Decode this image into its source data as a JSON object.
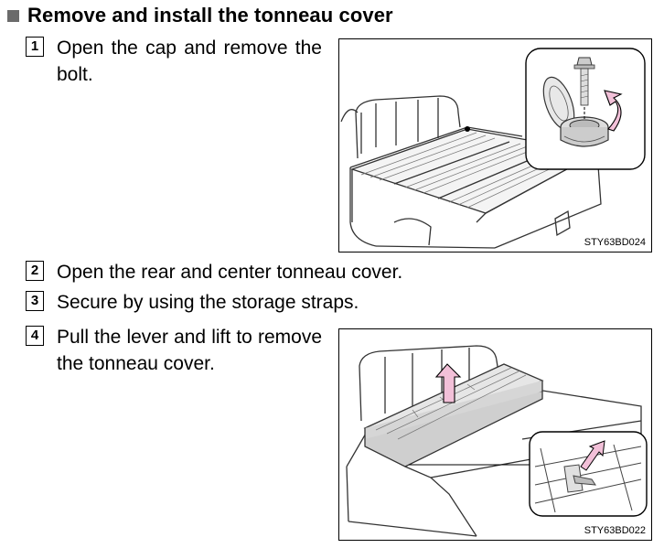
{
  "heading": {
    "title": "Remove and install the tonneau cover"
  },
  "steps": [
    {
      "number": "1",
      "text": "Open the cap and remove the bolt."
    },
    {
      "number": "2",
      "text": "Open the rear and center tonneau cover."
    },
    {
      "number": "3",
      "text": "Secure by using the storage straps."
    },
    {
      "number": "4",
      "text": "Pull the lever and lift to remove the tonneau cover."
    }
  ],
  "figures": [
    {
      "code": "STY63BD024"
    },
    {
      "code": "STY63BD022"
    }
  ],
  "colors": {
    "arrow": "#f2c0d8",
    "heading_square": "#6b6b6b"
  }
}
